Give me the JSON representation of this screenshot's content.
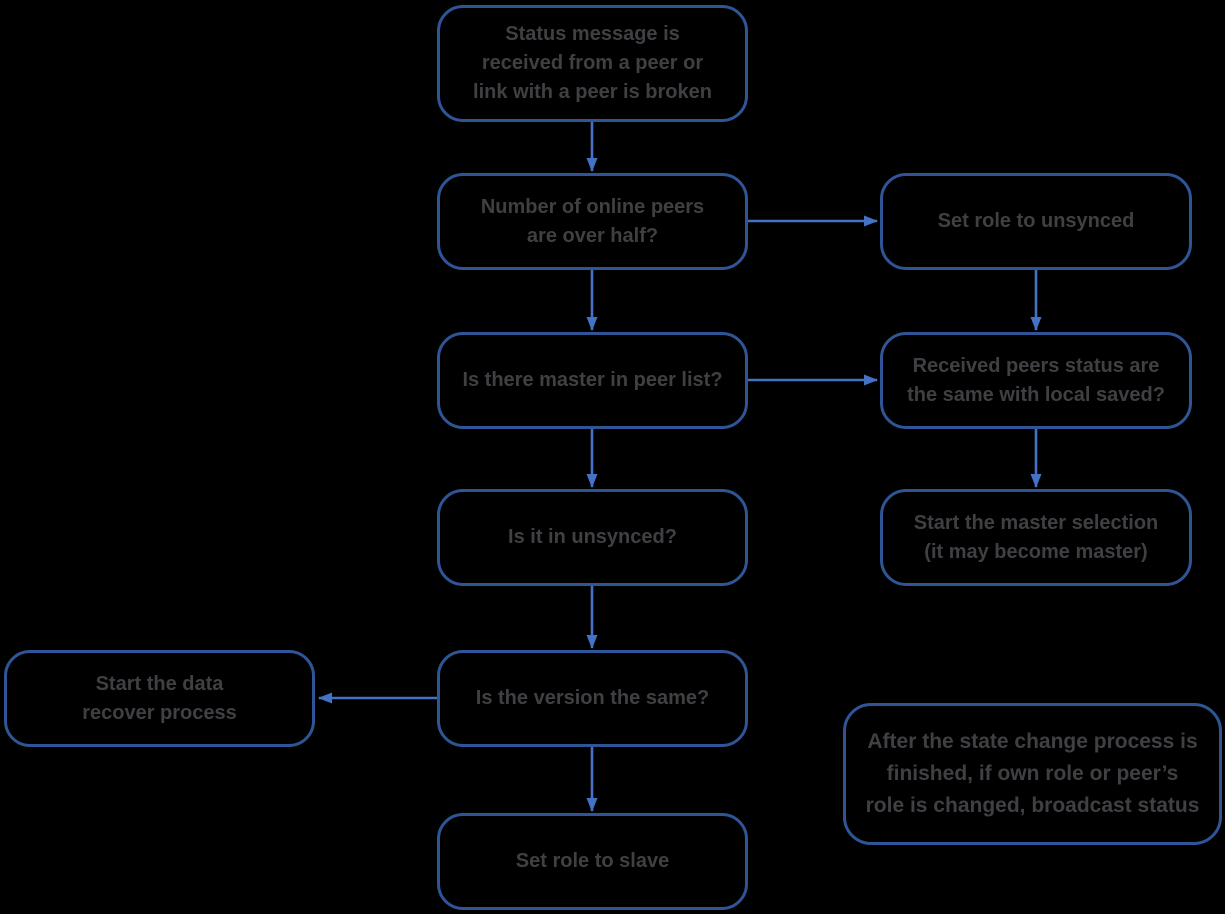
{
  "diagram": {
    "background": "#000000",
    "node_border_color": "#2f5597",
    "arrow_color": "#4472c4",
    "text_color": "#3f4043",
    "nodes": {
      "status_received": {
        "lines": [
          "Status message is",
          "received from a peer or",
          "link with a peer is broken"
        ]
      },
      "online_peers": {
        "lines": [
          "Number of online peers",
          "are over half?"
        ]
      },
      "set_role_unsynced": {
        "lines": [
          "Set role to unsynced"
        ]
      },
      "master_in_list": {
        "lines": [
          "Is there master in peer list?"
        ]
      },
      "peers_status_same": {
        "lines": [
          "Received peers status are",
          "the same with local saved?"
        ]
      },
      "is_in_unsynced": {
        "lines": [
          "Is it in unsynced?"
        ]
      },
      "master_selection": {
        "lines": [
          "Start the master selection",
          "(it may become master)"
        ]
      },
      "data_recover": {
        "lines": [
          "Start the data",
          "recover process"
        ]
      },
      "version_same": {
        "lines": [
          "Is the version the same?"
        ]
      },
      "set_role_slave": {
        "lines": [
          "Set role to slave"
        ]
      },
      "broadcast_note": {
        "lines": [
          "After the state change process is",
          "finished, if own role or peer’s",
          "role is changed, broadcast status"
        ]
      }
    },
    "edges": [
      {
        "from": "status_received",
        "to": "online_peers"
      },
      {
        "from": "online_peers",
        "to": "set_role_unsynced"
      },
      {
        "from": "online_peers",
        "to": "master_in_list"
      },
      {
        "from": "set_role_unsynced",
        "to": "peers_status_same"
      },
      {
        "from": "master_in_list",
        "to": "peers_status_same"
      },
      {
        "from": "master_in_list",
        "to": "is_in_unsynced"
      },
      {
        "from": "peers_status_same",
        "to": "master_selection"
      },
      {
        "from": "is_in_unsynced",
        "to": "version_same"
      },
      {
        "from": "version_same",
        "to": "data_recover"
      },
      {
        "from": "version_same",
        "to": "set_role_slave"
      }
    ]
  }
}
